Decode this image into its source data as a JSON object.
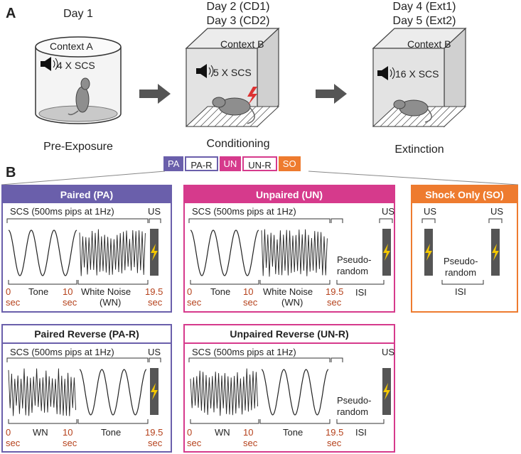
{
  "panel_a": {
    "letter": "A",
    "stages": [
      {
        "day_lines": [
          "Day 1"
        ],
        "context": "Context A",
        "stimulus": "4 X SCS",
        "label": "Pre-Exposure"
      },
      {
        "day_lines": [
          "Day 2 (CD1)",
          "Day 3 (CD2)"
        ],
        "context": "Context B",
        "stimulus": "5 X SCS",
        "label": "Conditioning"
      },
      {
        "day_lines": [
          "Day 4 (Ext1)",
          "Day 5 (Ext2)"
        ],
        "context": "Context B",
        "stimulus": "16 X SCS",
        "label": "Extinction"
      }
    ],
    "legend": [
      {
        "label": "PA",
        "color": "#6a5fab",
        "filled": true
      },
      {
        "label": "PA-R",
        "color": "#6a5fab",
        "filled": false
      },
      {
        "label": "UN",
        "color": "#d63a8c",
        "filled": true
      },
      {
        "label": "UN-R",
        "color": "#d63a8c",
        "filled": false
      },
      {
        "label": "SO",
        "color": "#ee7b2f",
        "filled": true
      }
    ]
  },
  "panel_b": {
    "letter": "B",
    "protocols": {
      "pa": {
        "title": "Paired (PA)",
        "color": "#6a5fab",
        "scs": "SCS (500ms pips at 1Hz)",
        "us": "US",
        "seg1": "Tone",
        "seg2": "White Noise",
        "seg2b": "(WN)",
        "t0": "0",
        "t1": "10",
        "t2": "19.5",
        "unit": "sec"
      },
      "un": {
        "title": "Unpaired (UN)",
        "color": "#d63a8c",
        "scs": "SCS (500ms pips at 1Hz)",
        "us": "US",
        "seg1": "Tone",
        "seg2": "White Noise",
        "seg2b": "(WN)",
        "t0": "0",
        "t1": "10",
        "t2": "19.5",
        "unit": "sec",
        "pseudo1": "Pseudo-",
        "pseudo2": "random",
        "isi": "ISI"
      },
      "so": {
        "title": "Shock Only (SO)",
        "color": "#ee7b2f",
        "us": "US",
        "pseudo1": "Pseudo-",
        "pseudo2": "random",
        "isi": "ISI"
      },
      "par": {
        "title": "Paired Reverse (PA-R)",
        "color": "#6a5fab",
        "scs": "SCS (500ms pips at 1Hz)",
        "us": "US",
        "seg1": "WN",
        "seg2": "Tone",
        "t0": "0",
        "t1": "10",
        "t2": "19.5",
        "unit": "sec"
      },
      "unr": {
        "title": "Unpaired Reverse (UN-R)",
        "color": "#d63a8c",
        "scs": "SCS (500ms pips at 1Hz)",
        "us": "US",
        "seg1": "WN",
        "seg2": "Tone",
        "t0": "0",
        "t1": "10",
        "t2": "19.5",
        "unit": "sec",
        "pseudo1": "Pseudo-",
        "pseudo2": "random",
        "isi": "ISI"
      }
    }
  }
}
